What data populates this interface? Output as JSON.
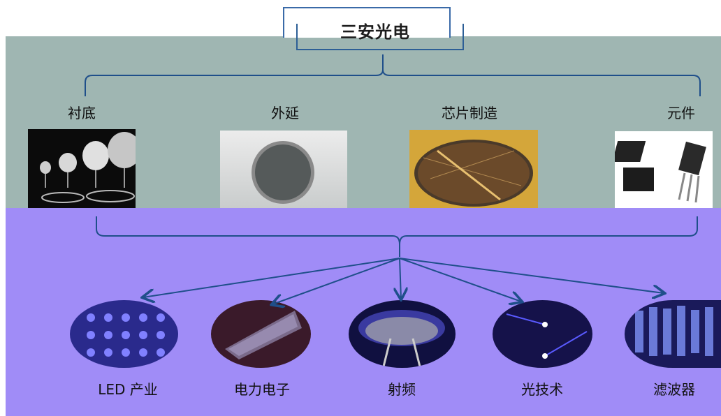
{
  "title": "三安光电",
  "stages": [
    {
      "label": "衬底",
      "icon": "wafer-sizes-photo"
    },
    {
      "label": "外延",
      "icon": "epitaxial-wafer-photo"
    },
    {
      "label": "芯片制造",
      "icon": "chip-wafer-photo"
    },
    {
      "label": "元件",
      "icon": "components-photo"
    }
  ],
  "applications": [
    {
      "label": "LED 产业",
      "icon": "led-array-photo"
    },
    {
      "label": "电力电子",
      "icon": "power-chip-photo"
    },
    {
      "label": "射频",
      "icon": "radio-telescope-photo"
    },
    {
      "label": "光技术",
      "icon": "optical-fiber-photo"
    },
    {
      "label": "滤波器",
      "icon": "filter-board-photo"
    }
  ],
  "colors": {
    "band_top": "#9fb6b2",
    "band_bottom": "#a08cf7",
    "lines": "#1f4f8a"
  }
}
